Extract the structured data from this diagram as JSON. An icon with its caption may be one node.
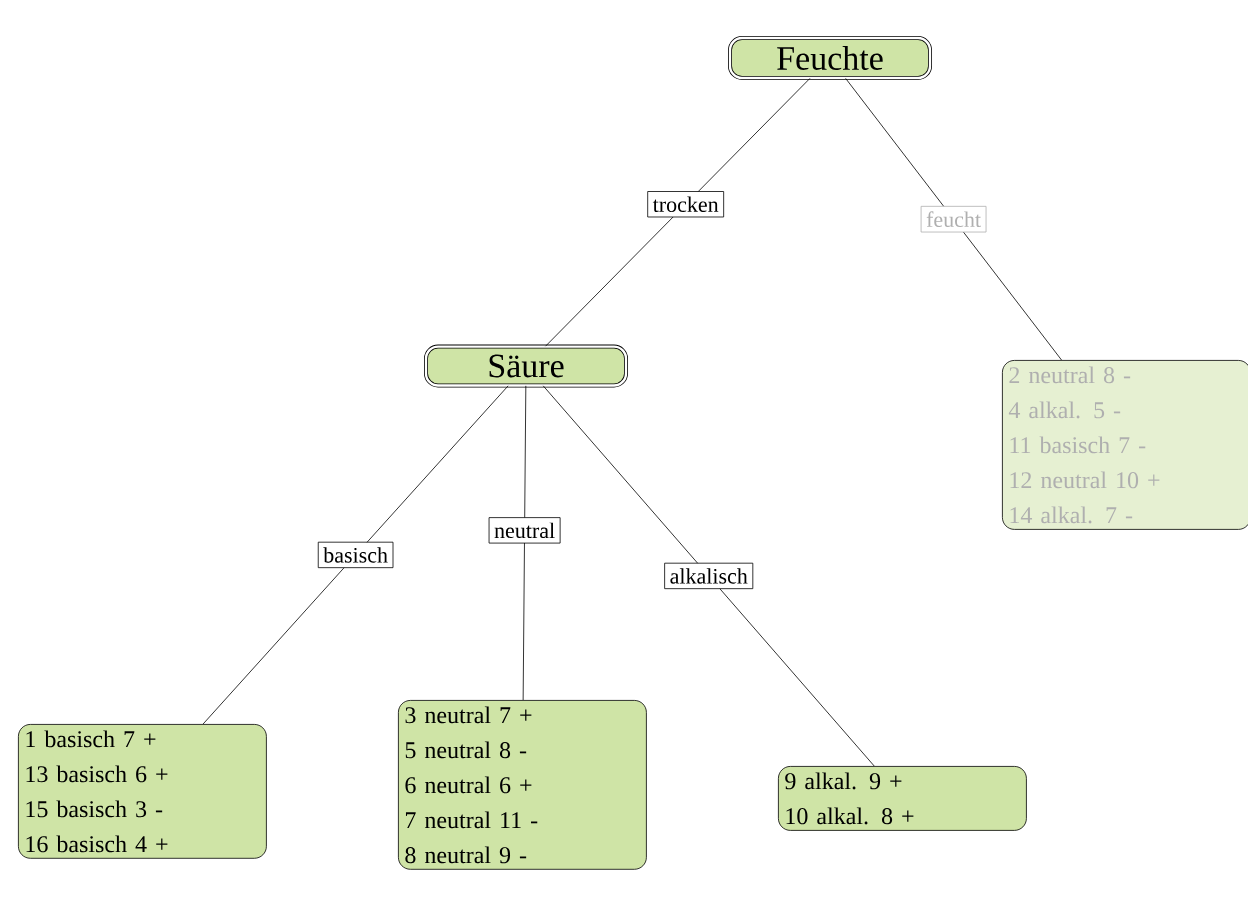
{
  "diagram": {
    "nodes": [
      {
        "text": [
          "Feuchte"
        ]
      },
      {
        "text": [
          "Säure"
        ]
      },
      {
        "text": [
          "1 basisch 7 +",
          "13 basisch 6 +",
          "15 basisch 3 -",
          "16 basisch 4 +"
        ]
      },
      {
        "text": [
          "3 neutral 7 +",
          "5 neutral 8 -",
          "6 neutral 6 +",
          "7 neutral 11 -",
          "8 neutral 9 -"
        ]
      },
      {
        "text": [
          "9 alkal. 9 +",
          "10 alkal. 8 +"
        ]
      },
      {
        "text": [
          "2 neutral 8 -",
          "4 alkal. 5 -",
          "11 basisch 7 -",
          "12 neutral 10 +",
          "14 alkal. 7 -"
        ]
      }
    ],
    "edges": [
      {
        "from": 0,
        "to": 1,
        "arrow": "none",
        "label": "trocken"
      },
      {
        "from": 0,
        "to": 5,
        "arrow": "none",
        "label": "feucht"
      },
      {
        "from": 1,
        "to": 2,
        "arrow": "none",
        "label": "basisch"
      },
      {
        "from": 1,
        "to": 3,
        "arrow": "none",
        "label": "neutral"
      },
      {
        "from": 1,
        "to": 4,
        "arrow": "none",
        "label": "alkalisch"
      }
    ]
  }
}
